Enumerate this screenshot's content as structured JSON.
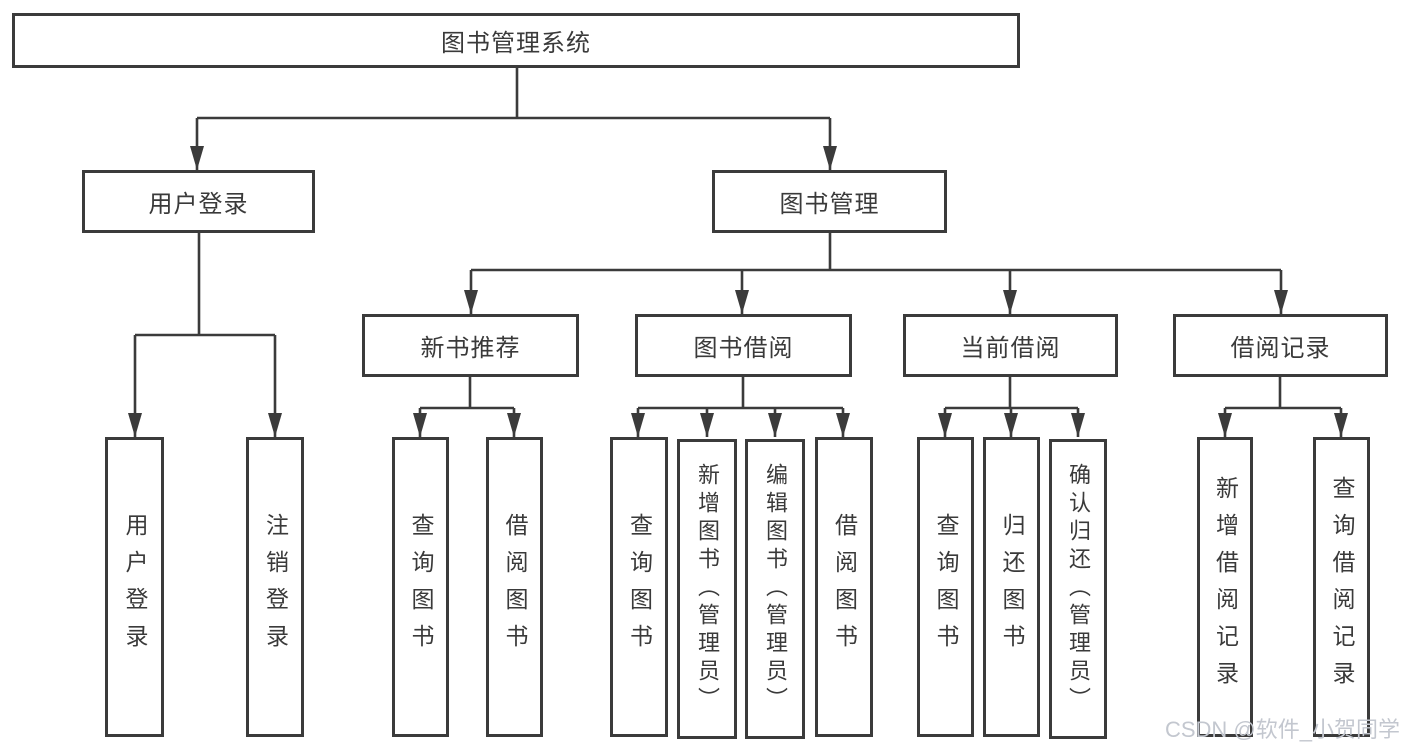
{
  "diagram": {
    "type": "hierarchy",
    "colors": {
      "line": "#3b3b3b",
      "box_border": "#3b3b3b",
      "text": "#3a3a3a",
      "background": "#ffffff",
      "watermark": "#c3c7cf"
    },
    "nodes": {
      "root": {
        "label": "图书管理系统"
      },
      "user_login": {
        "label": "用户登录",
        "children": [
          {
            "label": "用户登录"
          },
          {
            "label": "注销登录"
          }
        ]
      },
      "book_mgmt": {
        "label": "图书管理",
        "children": [
          {
            "label": "新书推荐",
            "children": [
              {
                "label": "查询图书"
              },
              {
                "label": "借阅图书"
              }
            ]
          },
          {
            "label": "图书借阅",
            "children": [
              {
                "label": "查询图书"
              },
              {
                "label": "新增图书（管理员）"
              },
              {
                "label": "编辑图书（管理员）"
              },
              {
                "label": "借阅图书"
              }
            ]
          },
          {
            "label": "当前借阅",
            "children": [
              {
                "label": "查询图书"
              },
              {
                "label": "归还图书"
              },
              {
                "label": "确认归还（管理员）"
              }
            ]
          },
          {
            "label": "借阅记录",
            "children": [
              {
                "label": "新增借阅记录"
              },
              {
                "label": "查询借阅记录"
              }
            ]
          }
        ]
      }
    },
    "watermark": "CSDN @软件_小贺同学"
  }
}
